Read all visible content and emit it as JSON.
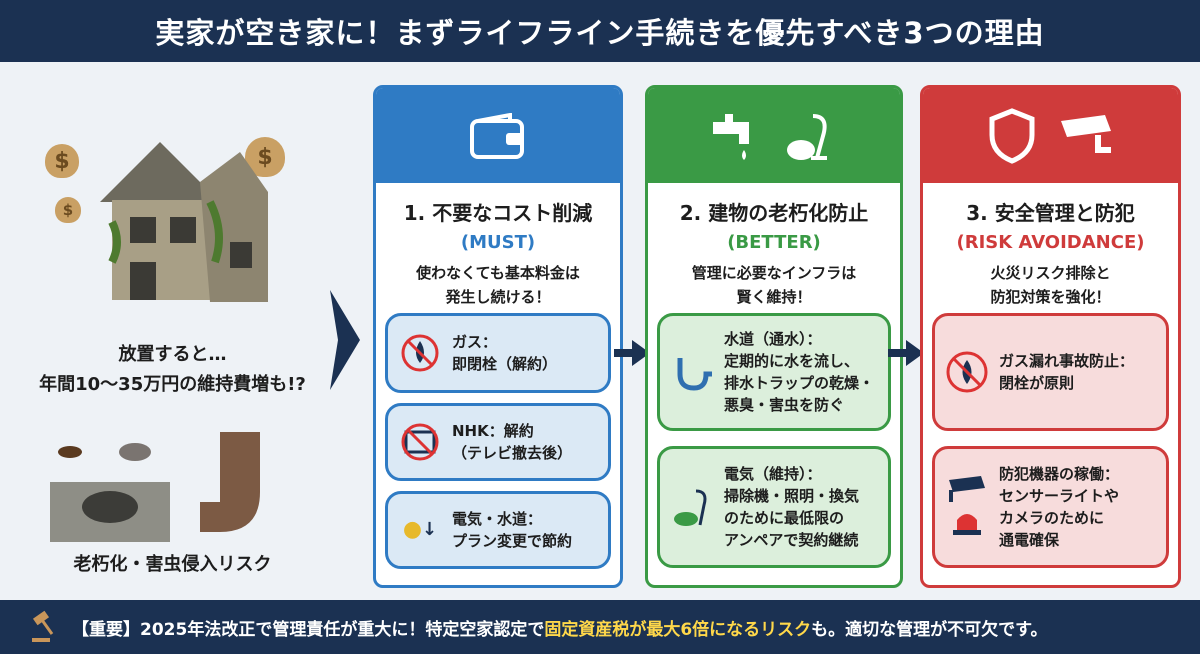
{
  "title": "実家が空き家に！まずライフライン手続きを優先すべき3つの理由",
  "left": {
    "cost_line1": "放置すると…",
    "cost_line2": "年間10〜35万円の維持費増も!?",
    "risk": "老朽化・害虫侵入リスク"
  },
  "colors": {
    "navy": "#1b3152",
    "blue": "#2f7bc4",
    "green": "#3a9a45",
    "red": "#cf3b3b"
  },
  "cards": [
    {
      "title": "1. 不要なコスト削減",
      "tag": "(MUST)",
      "desc1": "使わなくても基本料金は",
      "desc2": "発生し続ける！",
      "icons": [
        "wallet-icon"
      ],
      "items": [
        {
          "icon": "no-gas-icon",
          "lines": [
            "ガス：",
            "即閉栓（解約）"
          ]
        },
        {
          "icon": "no-tv-icon",
          "lines": [
            "NHK：解約",
            "（テレビ撤去後）"
          ]
        },
        {
          "icon": "bulb-faucet-icon",
          "lines": [
            "電気・水道：",
            "プラン変更で節約"
          ]
        }
      ]
    },
    {
      "title": "2. 建物の老朽化防止",
      "tag": "(BETTER)",
      "desc1": "管理に必要なインフラは",
      "desc2": "賢く維持！",
      "icons": [
        "faucet-icon",
        "vacuum-icon"
      ],
      "items": [
        {
          "icon": "drain-pipe-icon",
          "lines": [
            "水道（通水）：",
            "定期的に水を流し、",
            "排水トラップの乾燥・",
            "悪臭・害虫を防ぐ"
          ]
        },
        {
          "icon": "vacuum-icon",
          "lines": [
            "電気（維持）：",
            "掃除機・照明・換気",
            "のために最低限の",
            "アンペアで契約継続"
          ]
        }
      ]
    },
    {
      "title": "3. 安全管理と防犯",
      "tag": "(RISK AVOIDANCE)",
      "desc1": "火災リスク排除と",
      "desc2": "防犯対策を強化！",
      "icons": [
        "shield-icon",
        "security-camera-icon"
      ],
      "items": [
        {
          "icon": "no-gas-icon",
          "lines": [
            "ガス漏れ事故防止：",
            "閉栓が原則"
          ]
        },
        {
          "icon": "camera-siren-icon",
          "lines": [
            "防犯機器の稼働：",
            "センサーライトや",
            "カメラのために",
            "通電確保"
          ]
        }
      ]
    }
  ],
  "footer": {
    "pre": "【重要】2025年法改正で管理責任が重大に！特定空家認定で",
    "highlight": "固定資産税が最大6倍になるリスク",
    "post": "も。適切な管理が不可欠です。"
  }
}
